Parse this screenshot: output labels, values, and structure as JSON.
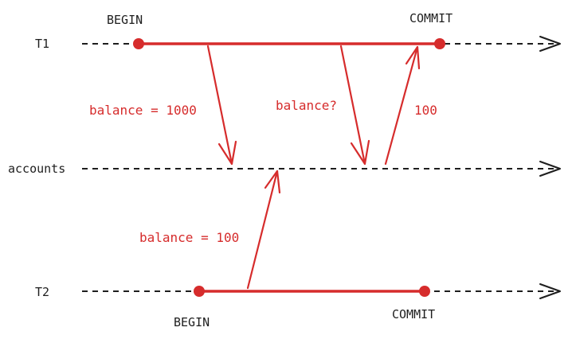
{
  "colors": {
    "accent": "#d62c2c",
    "ink": "#1e1e1e",
    "background": "#ffffff"
  },
  "lanes": {
    "t1": "T1",
    "accounts": "accounts",
    "t2": "T2"
  },
  "events": {
    "t1_begin": "BEGIN",
    "t1_commit": "COMMIT",
    "t2_begin": "BEGIN",
    "t2_commit": "COMMIT"
  },
  "messages": {
    "t1_read_initial": "balance = 1000",
    "t1_read_again": "balance?",
    "t1_read_result": "100",
    "t2_write": "balance = 100"
  }
}
